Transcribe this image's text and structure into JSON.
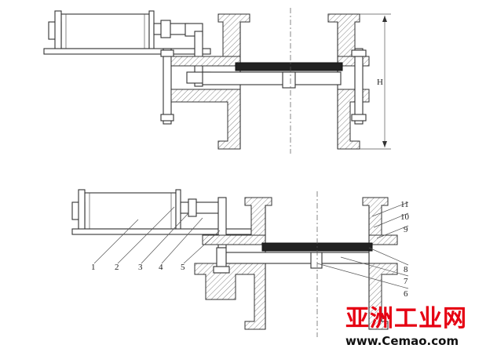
{
  "top_view": {
    "dimension_label": "H"
  },
  "bottom_view": {
    "part_labels": [
      "1",
      "2",
      "3",
      "4",
      "5",
      "6",
      "7",
      "8",
      "9",
      "10",
      "11"
    ]
  },
  "watermark": {
    "brand_text": "亚洲工业网",
    "url_text": "www.Cemao.com",
    "brand_color": "#e60012"
  }
}
